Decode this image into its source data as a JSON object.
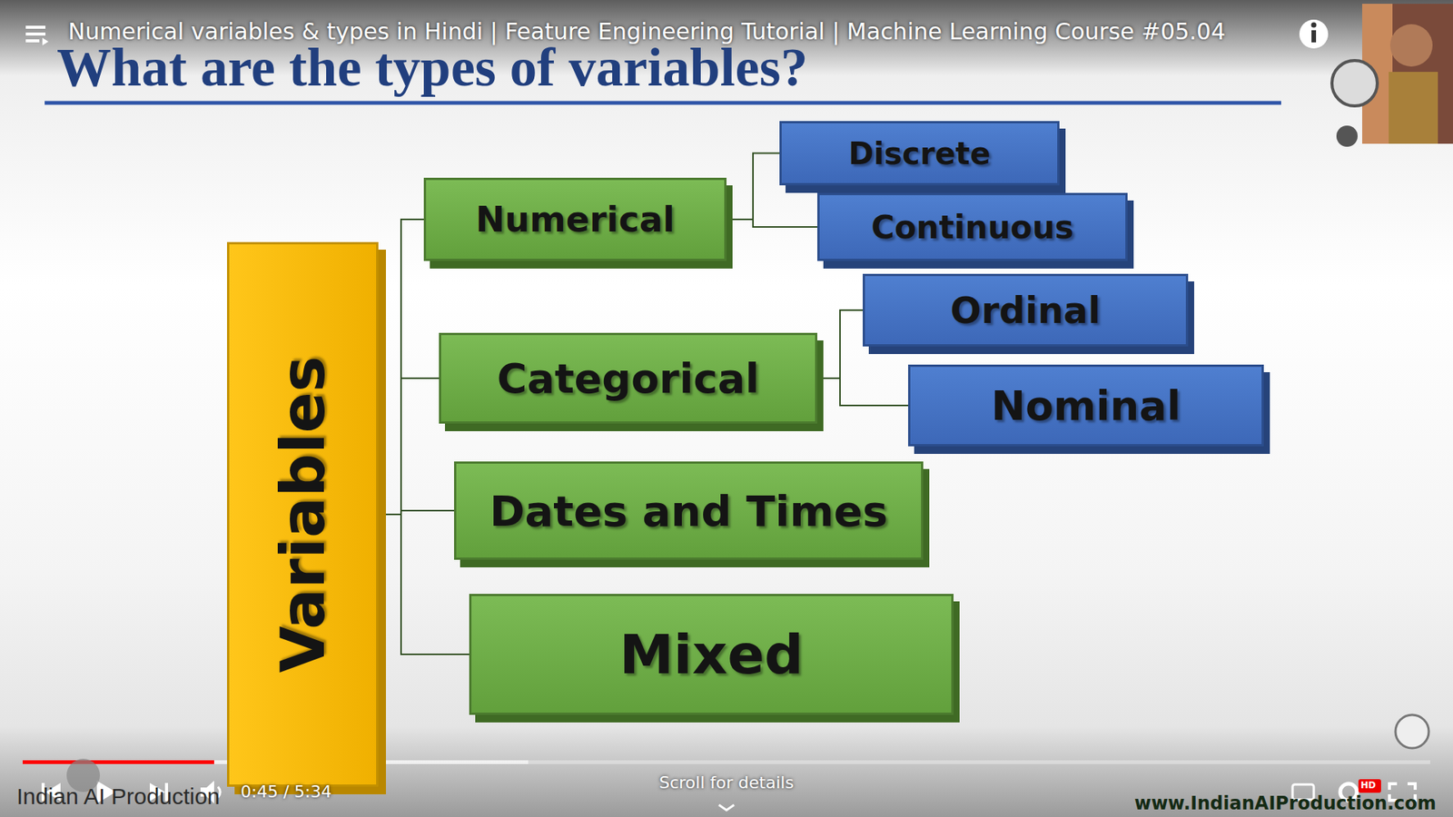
{
  "diagram": {
    "title": "What are the types of variables?",
    "nodes": [
      {
        "text": [
          "Variables"
        ]
      },
      {
        "text": [
          "Numerical"
        ]
      },
      {
        "text": [
          "Discrete"
        ]
      },
      {
        "text": [
          "Continuous"
        ]
      },
      {
        "text": [
          "Categorical"
        ]
      },
      {
        "text": [
          "Ordinal"
        ]
      },
      {
        "text": [
          "Nominal"
        ]
      },
      {
        "text": [
          "Dates and Times"
        ]
      },
      {
        "text": [
          "Mixed"
        ]
      }
    ],
    "edges": [
      {
        "from": 0,
        "to": 1,
        "arrow": "none"
      },
      {
        "from": 0,
        "to": 4,
        "arrow": "none"
      },
      {
        "from": 0,
        "to": 7,
        "arrow": "none"
      },
      {
        "from": 0,
        "to": 8,
        "arrow": "none"
      },
      {
        "from": 1,
        "to": 2,
        "arrow": "none"
      },
      {
        "from": 1,
        "to": 3,
        "arrow": "none"
      },
      {
        "from": 4,
        "to": 5,
        "arrow": "none"
      },
      {
        "from": 4,
        "to": 6,
        "arrow": "none"
      }
    ],
    "labels": [
      "Numerical variables & types in Hindi | Feature Engineering Tutorial | Machine Learning Course #05.04",
      "0:45 / 5:34",
      "Scroll for details",
      "Indian AI Production",
      "www.IndianAIProduction.com",
      "HD"
    ]
  }
}
